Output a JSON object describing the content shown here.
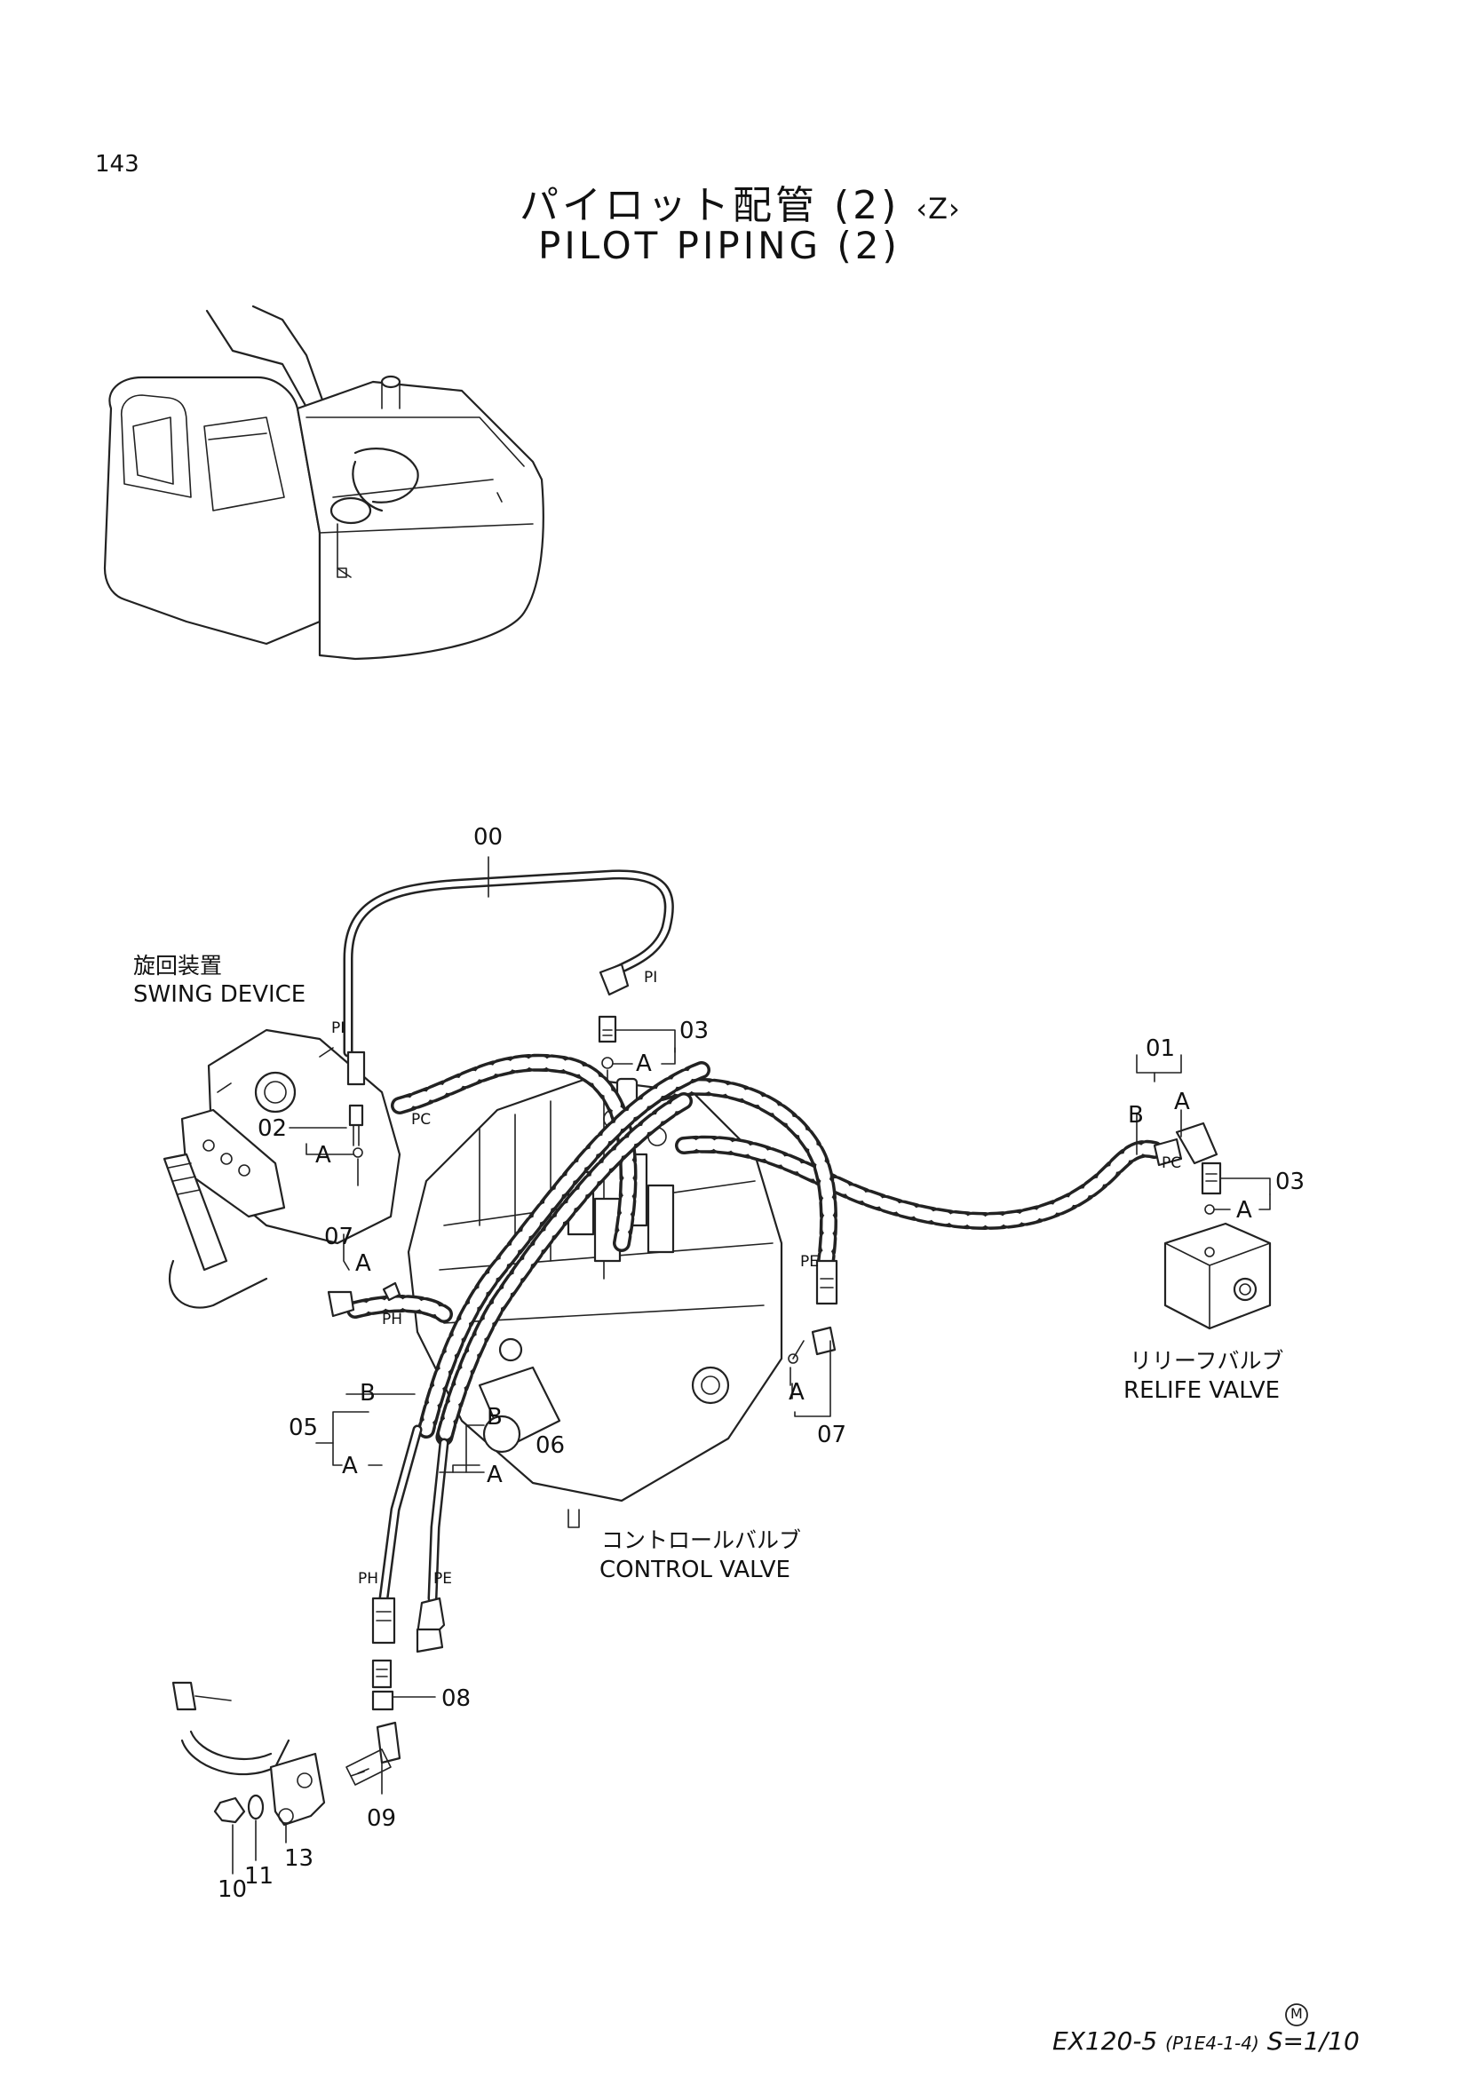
{
  "page": {
    "number": "143",
    "title_jp": "パイロット配管 (2)",
    "variant_marker": "‹Z›",
    "title_en": "PILOT PIPING (2)"
  },
  "components": {
    "swing_device_jp": "旋回装置",
    "swing_device_en": "SWING DEVICE",
    "relief_valve_jp": "リリーフバルブ",
    "relief_valve_en": "RELIFE VALVE",
    "control_valve_jp": "コントロールバルブ",
    "control_valve_en": "CONTROL VALVE"
  },
  "part_numbers": {
    "p00": "00",
    "p01": "01",
    "p02": "02",
    "p03a": "03",
    "p03b": "03",
    "p05": "05",
    "p06": "06",
    "p07a": "07",
    "p07b": "07",
    "p08": "08",
    "p09": "09",
    "p10": "10",
    "p11": "11",
    "p13": "13"
  },
  "callout_letters": {
    "a1": "A",
    "a2": "A",
    "a3": "A",
    "a4": "A",
    "a5": "A",
    "a6": "A",
    "a7": "A",
    "a8": "A",
    "b1": "B",
    "b2": "B",
    "b3": "B"
  },
  "port_labels": {
    "pi_left": "PI",
    "pi_top": "PI",
    "pc_left": "PC",
    "pc_right": "PC",
    "pe_right": "PE",
    "ph_mid": "PH",
    "ph_bottom": "PH",
    "pe_bottom": "PE"
  },
  "footer": {
    "model": "EX120-5",
    "ref": "(P1E4-1-4)",
    "scale": "S=1/10",
    "mark": "M"
  }
}
